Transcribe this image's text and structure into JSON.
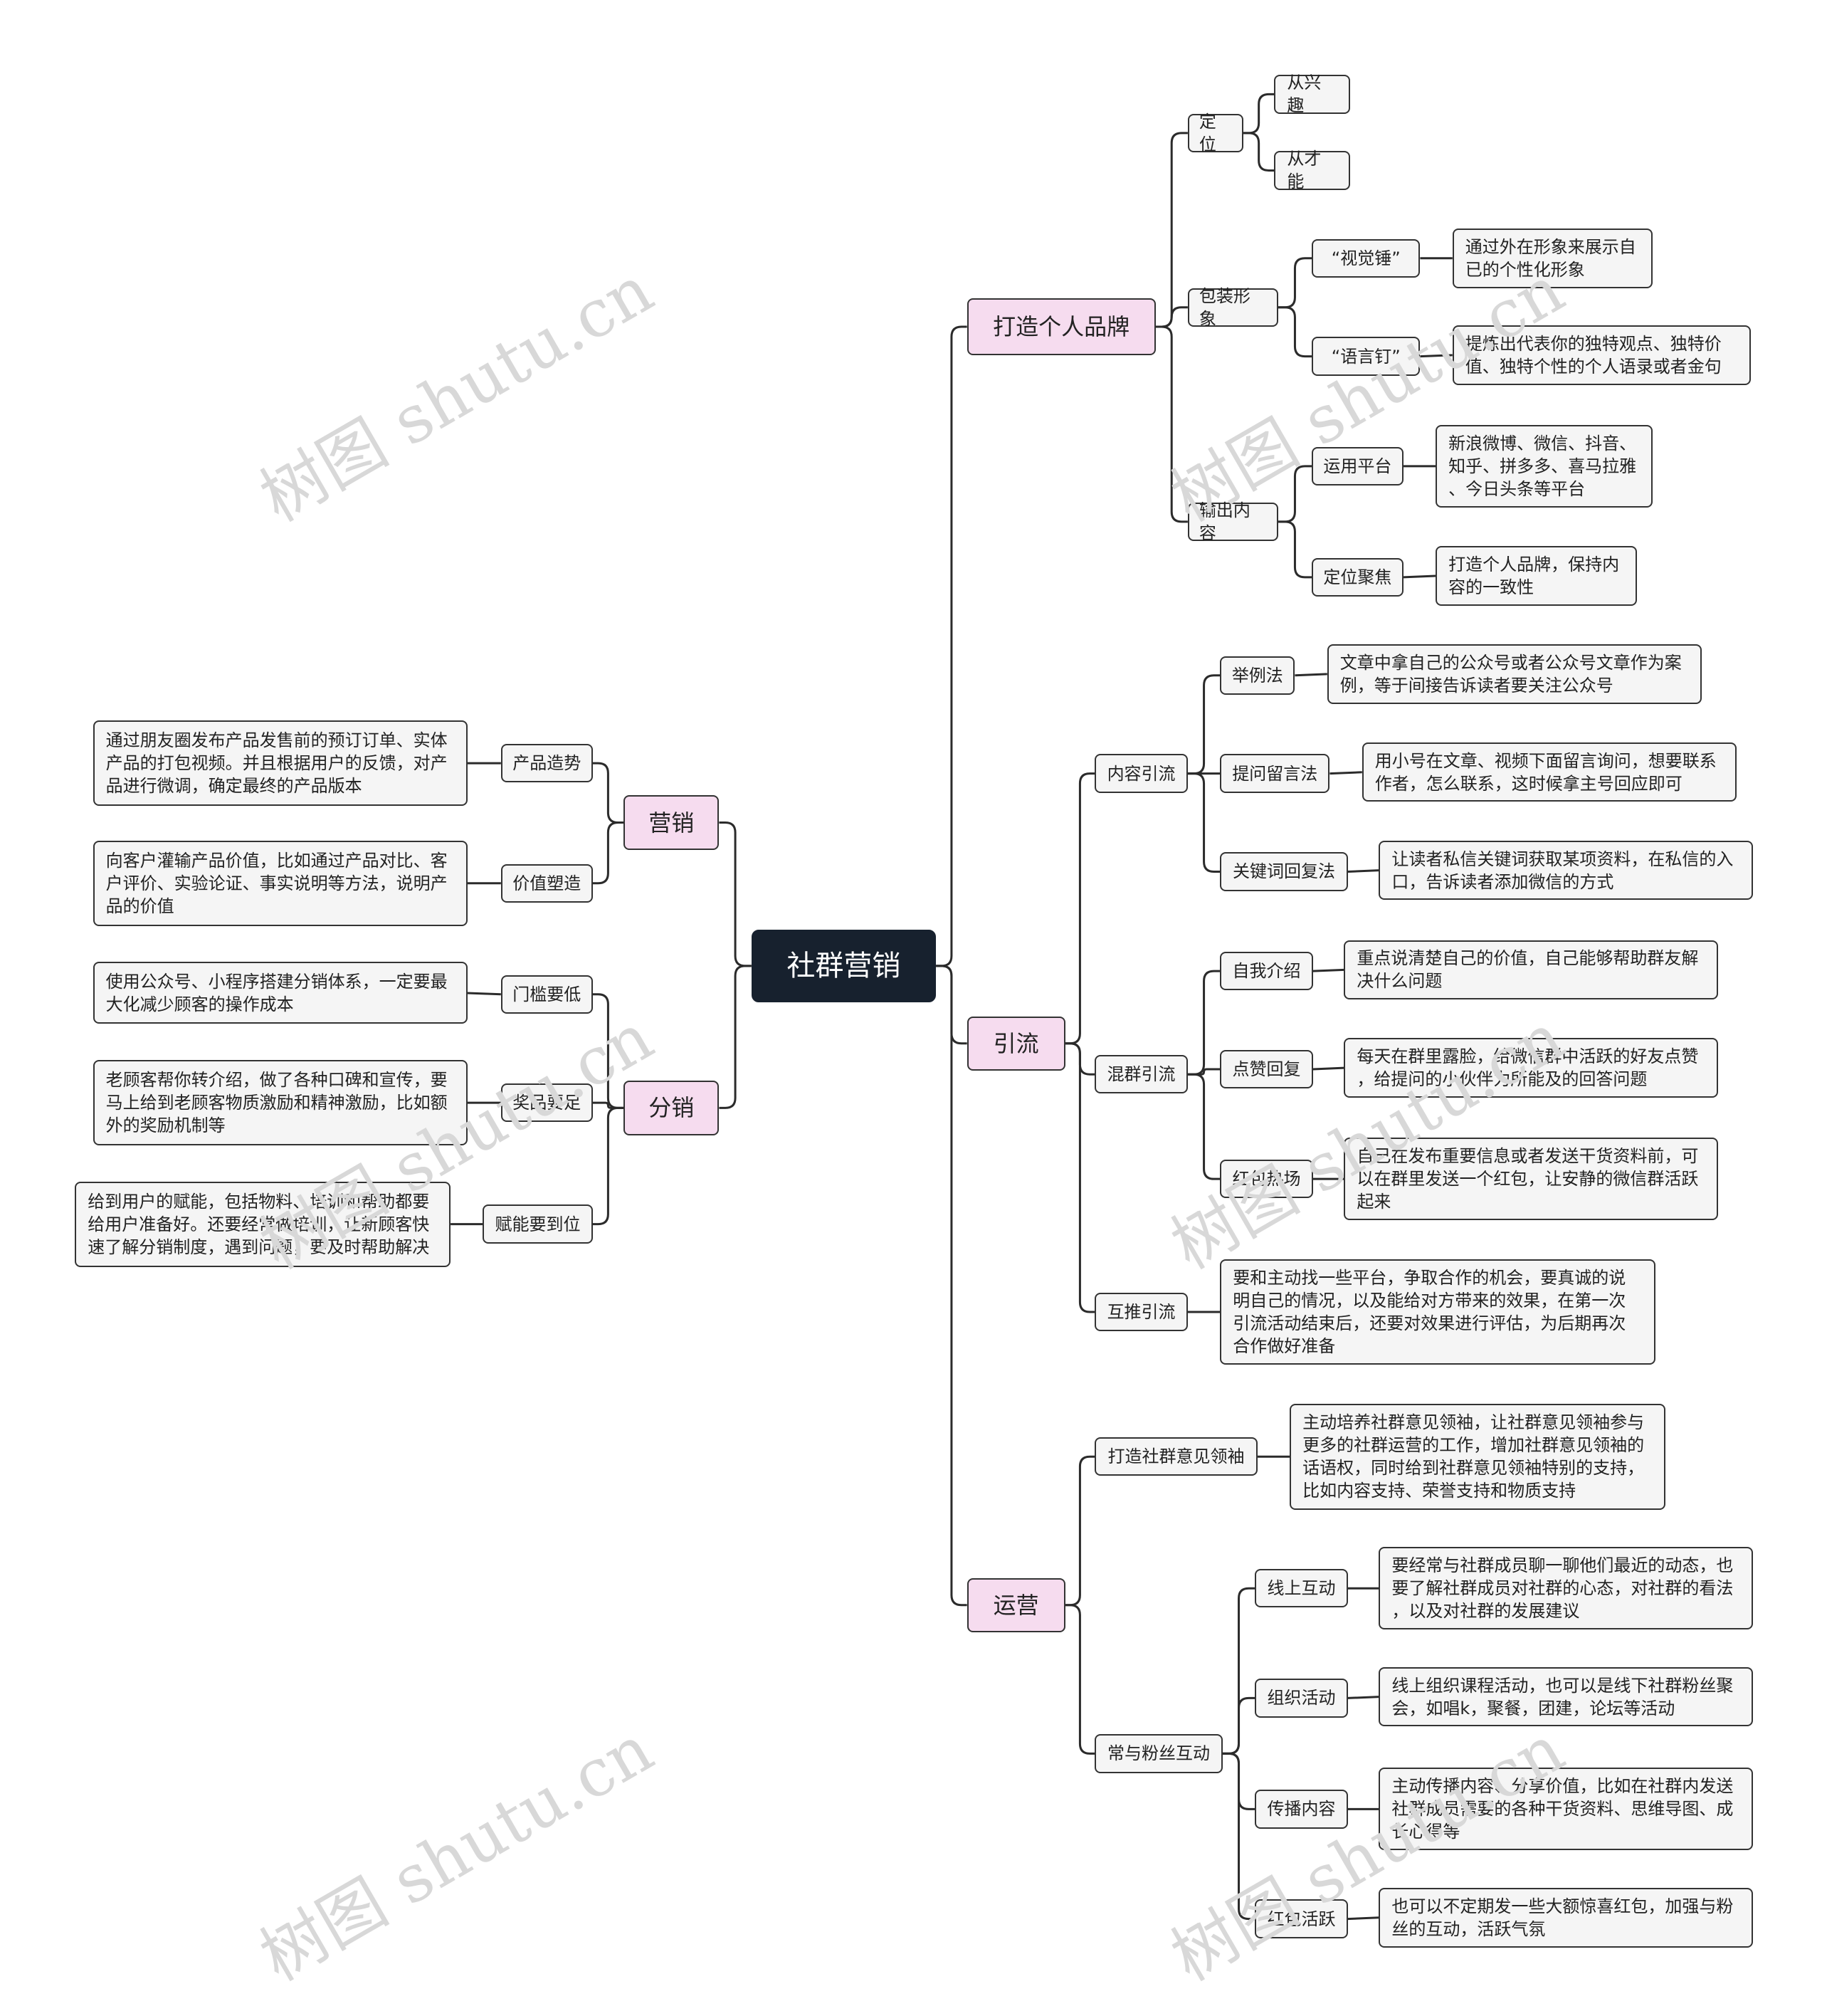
{
  "root": "社群营销",
  "right": [
    {
      "label": "打造个人品牌",
      "children": [
        {
          "label": "定位",
          "children": [
            {
              "label": "从兴趣"
            },
            {
              "label": "从才能"
            }
          ]
        },
        {
          "label": "包装形象",
          "children": [
            {
              "label": "“视觉锤”",
              "children": [
                {
                  "label": "通过外在形象来展示自\n已的个性化形象"
                }
              ]
            },
            {
              "label": "“语言钉”",
              "children": [
                {
                  "label": "提炼出代表你的独特观点、独特价\n值、独特个性的个人语录或者金句"
                }
              ]
            }
          ]
        },
        {
          "label": "输出内容",
          "children": [
            {
              "label": "运用平台",
              "children": [
                {
                  "label": "新浪微博、微信、抖音、\n知乎、拼多多、喜马拉雅\n、今日头条等平台"
                }
              ]
            },
            {
              "label": "定位聚焦",
              "children": [
                {
                  "label": "打造个人品牌，保持内\n容的一致性"
                }
              ]
            }
          ]
        }
      ]
    },
    {
      "label": "引流",
      "children": [
        {
          "label": "内容引流",
          "children": [
            {
              "label": "举例法",
              "children": [
                {
                  "label": "文章中拿自己的公众号或者公众号文章作为案\n例，等于间接告诉读者要关注公众号"
                }
              ]
            },
            {
              "label": "提问留言法",
              "children": [
                {
                  "label": "用小号在文章、视频下面留言询问，想要联系\n作者，怎么联系，这时候拿主号回应即可"
                }
              ]
            },
            {
              "label": "关键词回复法",
              "children": [
                {
                  "label": "让读者私信关键词获取某项资料，在私信的入\n口，告诉读者添加微信的方式"
                }
              ]
            }
          ]
        },
        {
          "label": "混群引流",
          "children": [
            {
              "label": "自我介绍",
              "children": [
                {
                  "label": "重点说清楚自己的价值，自己能够帮助群友解\n决什么问题"
                }
              ]
            },
            {
              "label": "点赞回复",
              "children": [
                {
                  "label": "每天在群里露脸，给微信群中活跃的好友点赞\n，给提问的小伙伴力所能及的回答问题"
                }
              ]
            },
            {
              "label": "红包热场",
              "children": [
                {
                  "label": "自己在发布重要信息或者发送干货资料前，可\n以在群里发送一个红包，让安静的微信群活跃\n起来"
                }
              ]
            }
          ]
        },
        {
          "label": "互推引流",
          "children": [
            {
              "label": "要和主动找一些平台，争取合作的机会，要真诚的说\n明自己的情况，以及能给对方带来的效果，在第一次\n引流活动结束后，还要对效果进行评估，为后期再次\n合作做好准备"
            }
          ]
        }
      ]
    },
    {
      "label": "运营",
      "children": [
        {
          "label": "打造社群意见领袖",
          "children": [
            {
              "label": "主动培养社群意见领袖，让社群意见领袖参与\n更多的社群运营的工作，增加社群意见领袖的\n话语权，同时给到社群意见领袖特别的支持，\n比如内容支持、荣誉支持和物质支持"
            }
          ]
        },
        {
          "label": "常与粉丝互动",
          "children": [
            {
              "label": "线上互动",
              "children": [
                {
                  "label": "要经常与社群成员聊一聊他们最近的动态，也\n要了解社群成员对社群的心态，对社群的看法\n，以及对社群的发展建议"
                }
              ]
            },
            {
              "label": "组织活动",
              "children": [
                {
                  "label": "线上组织课程活动，也可以是线下社群粉丝聚\n会，如唱k，聚餐，团建，论坛等活动"
                }
              ]
            },
            {
              "label": "传播内容",
              "children": [
                {
                  "label": "主动传播内容、分享价值，比如在社群内发送\n社群成员需要的各种干货资料、思维导图、成\n长心得等"
                }
              ]
            },
            {
              "label": "红包活跃",
              "children": [
                {
                  "label": "也可以不定期发一些大额惊喜红包，加强与粉\n丝的互动，活跃气氛"
                }
              ]
            }
          ]
        }
      ]
    }
  ],
  "left": [
    {
      "label": "营销",
      "children": [
        {
          "label": "产品造势",
          "children": [
            {
              "label": "通过朋友圈发布产品发售前的预订订单、实体\n产品的打包视频。并且根据用户的反馈，对产\n品进行微调，确定最终的产品版本"
            }
          ]
        },
        {
          "label": "价值塑造",
          "children": [
            {
              "label": "向客户灌输产品价值，比如通过产品对比、客\n户评价、实验论证、事实说明等方法，说明产\n品的价值"
            }
          ]
        }
      ]
    },
    {
      "label": "分销",
      "children": [
        {
          "label": "门槛要低",
          "children": [
            {
              "label": "使用公众号、小程序搭建分销体系，一定要最\n大化减少顾客的操作成本"
            }
          ]
        },
        {
          "label": "奖品要足",
          "children": [
            {
              "label": "老顾客帮你转介绍，做了各种口碑和宣传，要\n马上给到老顾客物质激励和精神激励，比如额\n外的奖励机制等"
            }
          ]
        },
        {
          "label": "赋能要到位",
          "children": [
            {
              "label": "给到用户的赋能，包括物料、培训和帮助都要\n给用户准备好。还要经常做培训，让新顾客快\n速了解分销制度，遇到问题，要及时帮助解决"
            }
          ]
        }
      ]
    }
  ],
  "watermark": "树图 shutu.cn",
  "colors": {
    "root_bg": "#17212e",
    "main_bg": "#f6dcef",
    "node_bg": "#f5f5f5",
    "line": "#2b2b2b"
  }
}
